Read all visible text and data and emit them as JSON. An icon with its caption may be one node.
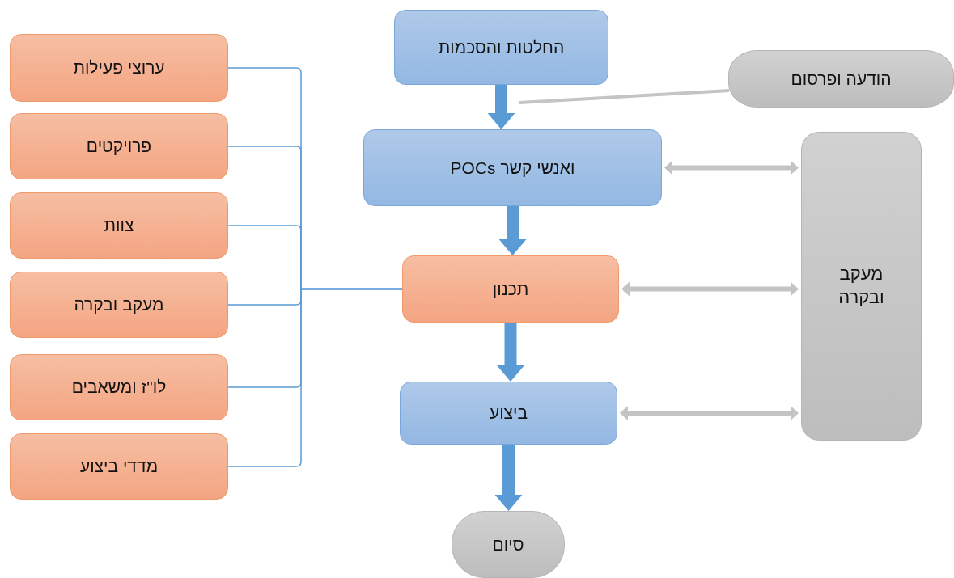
{
  "diagram": {
    "nodes": [
      {
        "text": [
          "החלטות והסכמות"
        ]
      },
      {
        "text": [
          "הודעה ופרסום"
        ]
      },
      {
        "text": [
          "ואנשי קשר POCs"
        ]
      },
      {
        "text": [
          "מעקב ובקרה"
        ]
      },
      {
        "text": [
          "תכנון"
        ]
      },
      {
        "text": [
          "ביצוע"
        ]
      },
      {
        "text": [
          "סיום"
        ]
      },
      {
        "text": [
          "ערוצי פעילות"
        ]
      },
      {
        "text": [
          "פרויקטים"
        ]
      },
      {
        "text": [
          "צוות"
        ]
      },
      {
        "text": [
          "מעקב ובקרה"
        ]
      },
      {
        "text": [
          "לו\"ז ומשאבים"
        ]
      },
      {
        "text": [
          "מדדי ביצוע"
        ]
      }
    ],
    "edges": [
      {
        "from": 0,
        "to": 2,
        "arrow": "to",
        "style": "thick"
      },
      {
        "from": 2,
        "to": 4,
        "arrow": "to",
        "style": "thick"
      },
      {
        "from": 4,
        "to": 5,
        "arrow": "to",
        "style": "thick"
      },
      {
        "from": 5,
        "to": 6,
        "arrow": "to",
        "style": "thick"
      },
      {
        "from": 2,
        "to": 3,
        "arrow": "both",
        "color": "#c4c4c4"
      },
      {
        "from": 4,
        "to": 3,
        "arrow": "both",
        "color": "#c4c4c4"
      },
      {
        "from": 5,
        "to": 3,
        "arrow": "both",
        "color": "#c4c4c4"
      },
      {
        "from": 1,
        "to": null,
        "arrow": "none",
        "color": "#c4c4c4"
      },
      {
        "from": 7,
        "to": 4,
        "arrow": "none"
      },
      {
        "from": 8,
        "to": 4,
        "arrow": "none"
      },
      {
        "from": 9,
        "to": 4,
        "arrow": "none"
      },
      {
        "from": 10,
        "to": 4,
        "arrow": "none"
      },
      {
        "from": 11,
        "to": 4,
        "arrow": "none"
      },
      {
        "from": 12,
        "to": 4,
        "arrow": "none"
      }
    ]
  }
}
